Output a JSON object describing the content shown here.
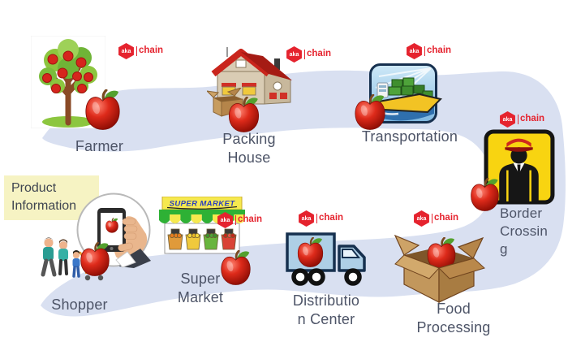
{
  "brand": {
    "hex_text": "aka",
    "suffix": "chain",
    "color": "#e5232e"
  },
  "colors": {
    "ribbon": "#d9e0f1",
    "label": "#4d5467",
    "note_bg": "#f6f3c3",
    "sign_yellow": "#f8d411"
  },
  "stages": [
    {
      "id": "farmer",
      "label": "Farmer"
    },
    {
      "id": "packing-house",
      "label": "Packing\nHouse"
    },
    {
      "id": "transportation",
      "label": "Transportation"
    },
    {
      "id": "border-crossing",
      "label": "Border\nCrossin\ng"
    },
    {
      "id": "food-processing",
      "label": "Food\nProcessing"
    },
    {
      "id": "distribution-center",
      "label": "Distributio\nn Center"
    },
    {
      "id": "super-market",
      "label": "Super\nMarket"
    },
    {
      "id": "shopper",
      "label": "Shopper"
    }
  ],
  "annotations": {
    "product_information": "Product\nInformation"
  },
  "supermarket": {
    "sign": "SUPER MARKET"
  }
}
